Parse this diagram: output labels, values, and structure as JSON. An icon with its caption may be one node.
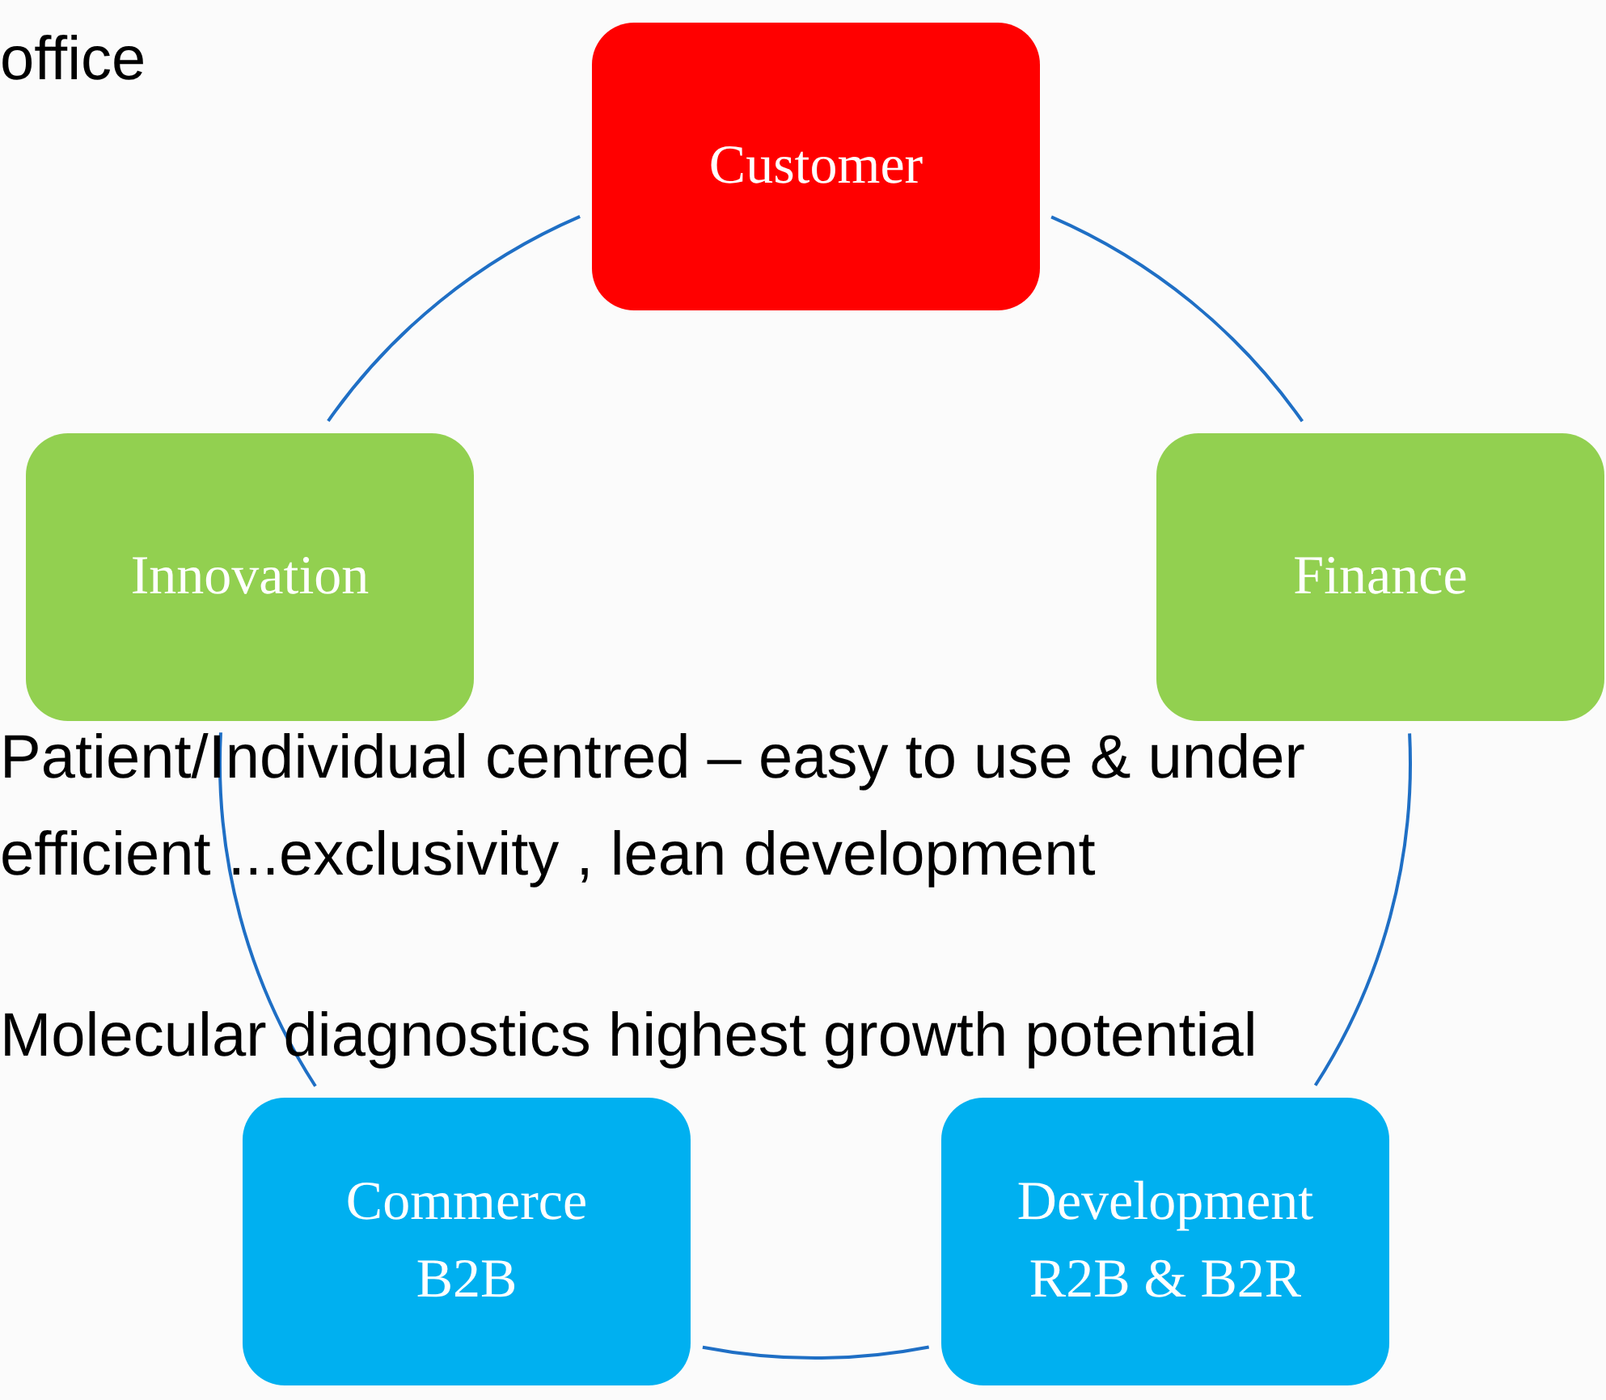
{
  "diagram": {
    "nodes": [
      {
        "text": [
          "Customer"
        ]
      },
      {
        "text": [
          "Finance"
        ]
      },
      {
        "text": [
          "Development",
          "R2B & B2R"
        ]
      },
      {
        "text": [
          "Commerce",
          "B2B"
        ]
      },
      {
        "text": [
          "Innovation"
        ]
      }
    ],
    "edges": [
      {
        "from": 0,
        "to": 1,
        "arrow": "none"
      },
      {
        "from": 1,
        "to": 2,
        "arrow": "none"
      },
      {
        "from": 2,
        "to": 3,
        "arrow": "none"
      },
      {
        "from": 3,
        "to": 4,
        "arrow": "none"
      },
      {
        "from": 4,
        "to": 0,
        "arrow": "none"
      }
    ],
    "labels": [
      "office",
      "Patient/Individual centred – easy to use & under",
      "efficient ...exclusivity , lean development",
      "Molecular diagnostics highest  growth potential"
    ]
  }
}
